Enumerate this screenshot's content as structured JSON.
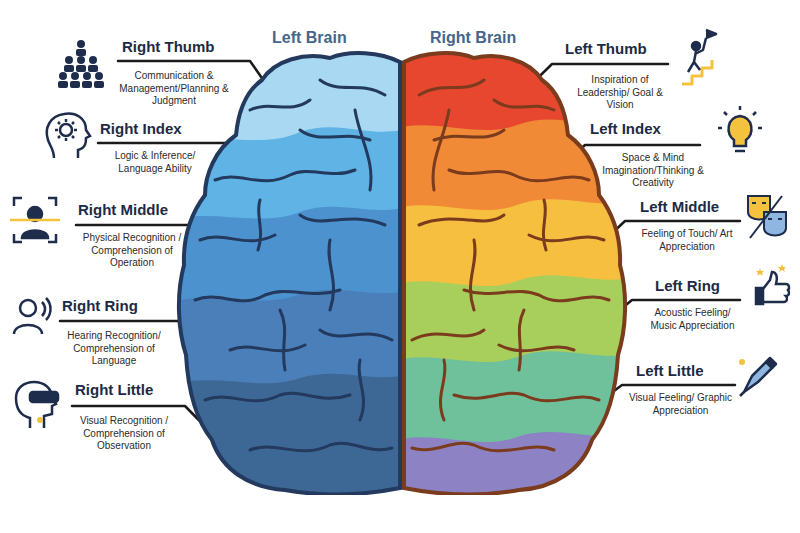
{
  "diagram": {
    "nodes": [
      {
        "text": [
          "Left Brain"
        ]
      },
      {
        "text": [
          "Right Brain"
        ]
      }
    ],
    "labels": [
      "Right Thumb",
      "Communication & Management/Planning & Judgment",
      "Right Index",
      "Logic & Inference/ Language Ability",
      "Right Middle",
      "Physical Recognition / Comprehension of Operation",
      "Right Ring",
      "Hearing Recognition/ Comprehension of Language",
      "Right Little",
      "Visual Recognition / Comprehension of Observation",
      "Left Thumb",
      "Inspiration of Leadership/ Goal & Vision",
      "Left Index",
      "Space & Mind Imagination/Thinking & Creativity",
      "Left Middle",
      "Feeling of Touch/ Art Appreciation",
      "Left Ring",
      "Acoustic Feeling/ Music Appreciation",
      "Left Little",
      "Visual Feeling/ Graphic Appreciation"
    ]
  }
}
